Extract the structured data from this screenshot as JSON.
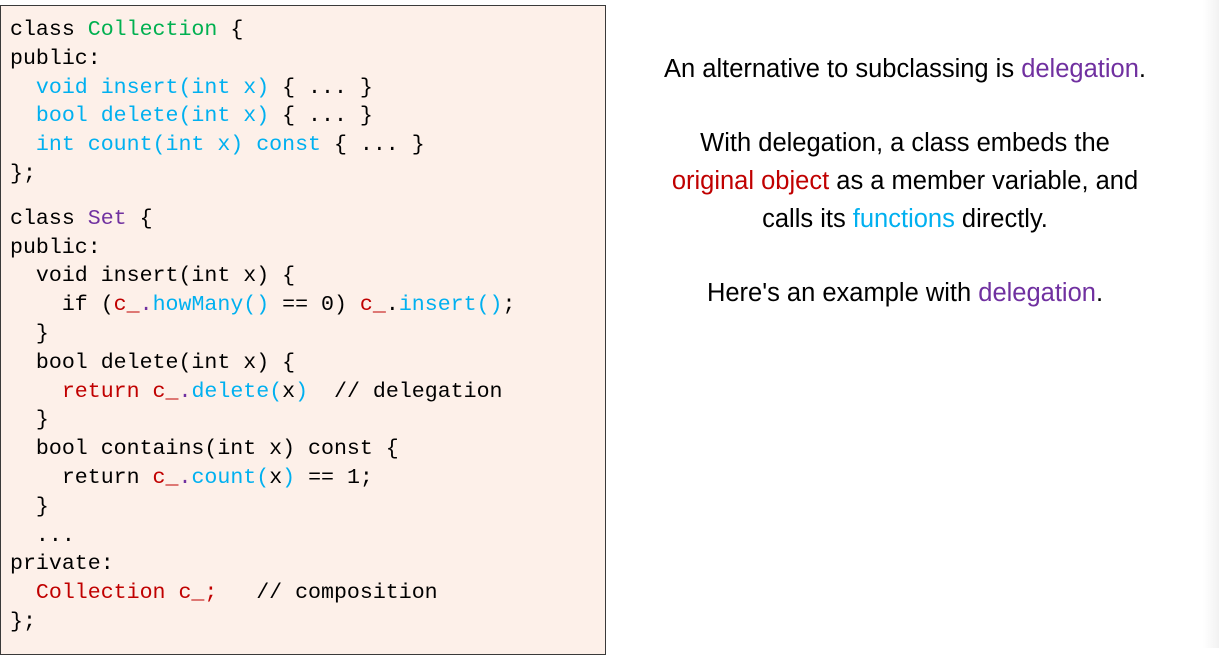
{
  "colors": {
    "k": "#000000",
    "green": "#00b050",
    "blue": "#00b0f0",
    "purple": "#7030a0",
    "red": "#c00000"
  },
  "code": [
    [
      [
        "class ",
        "k"
      ],
      [
        "Collection",
        "green"
      ],
      [
        " {",
        "k"
      ]
    ],
    [
      [
        "public:",
        "k"
      ]
    ],
    [
      [
        "  void insert(int x)",
        "blue"
      ],
      [
        " { ... }",
        "k"
      ]
    ],
    [
      [
        "  bool delete(int x)",
        "blue"
      ],
      [
        " { ... }",
        "k"
      ]
    ],
    [
      [
        "  int count(int x) const",
        "blue"
      ],
      [
        " { ... }",
        "k"
      ]
    ],
    [
      [
        "};",
        "k"
      ]
    ],
    "gap",
    [
      [
        "class ",
        "k"
      ],
      [
        "Set",
        "purple"
      ],
      [
        " {",
        "k"
      ]
    ],
    [
      [
        "public:",
        "k"
      ]
    ],
    [
      [
        "  void insert(int x) {",
        "k"
      ]
    ],
    [
      [
        "    if (",
        "k"
      ],
      [
        "c_",
        "red"
      ],
      [
        ".",
        "purple"
      ],
      [
        "howMany()",
        "blue"
      ],
      [
        " == 0) ",
        "k"
      ],
      [
        "c_",
        "red"
      ],
      [
        ".",
        "k"
      ],
      [
        "insert()",
        "blue"
      ],
      [
        ";",
        "k"
      ]
    ],
    [
      [
        "  }",
        "k"
      ]
    ],
    [
      [
        "  bool delete(int x) {",
        "k"
      ]
    ],
    [
      [
        "    ",
        "k"
      ],
      [
        "return c_",
        "red"
      ],
      [
        ".",
        "purple"
      ],
      [
        "delete(",
        "blue"
      ],
      [
        "x",
        "k"
      ],
      [
        ")",
        "blue"
      ],
      [
        "  // delegation",
        "k"
      ]
    ],
    [
      [
        "  }",
        "k"
      ]
    ],
    [
      [
        "  bool contains(int x) const {",
        "k"
      ]
    ],
    [
      [
        "    return ",
        "k"
      ],
      [
        "c_",
        "red"
      ],
      [
        ".",
        "purple"
      ],
      [
        "count(",
        "blue"
      ],
      [
        "x",
        "k"
      ],
      [
        ")",
        "blue"
      ],
      [
        " == 1;",
        "k"
      ]
    ],
    [
      [
        "  }",
        "k"
      ]
    ],
    [
      [
        "  ...",
        "k"
      ]
    ],
    [
      [
        "private:",
        "k"
      ]
    ],
    [
      [
        "  ",
        "k"
      ],
      [
        "Collection c_;",
        "red"
      ],
      [
        "   // composition",
        "k"
      ]
    ],
    [
      [
        "};",
        "k"
      ]
    ]
  ],
  "prose": [
    [
      [
        [
          "An alternative to subclassing is ",
          "k"
        ],
        [
          "delegation",
          "purple"
        ],
        [
          ".",
          "k"
        ]
      ]
    ],
    [
      [
        [
          "With delegation, a class embeds the",
          "k"
        ]
      ],
      [
        [
          "original object",
          "red"
        ],
        [
          " as a member variable, and",
          "k"
        ]
      ],
      [
        [
          "calls its ",
          "k"
        ],
        [
          "functions",
          "blue"
        ],
        [
          " directly.",
          "k"
        ]
      ]
    ],
    [
      [
        [
          "Here's an example with ",
          "k"
        ],
        [
          "delegation",
          "purple"
        ],
        [
          ".",
          "k"
        ]
      ]
    ]
  ]
}
